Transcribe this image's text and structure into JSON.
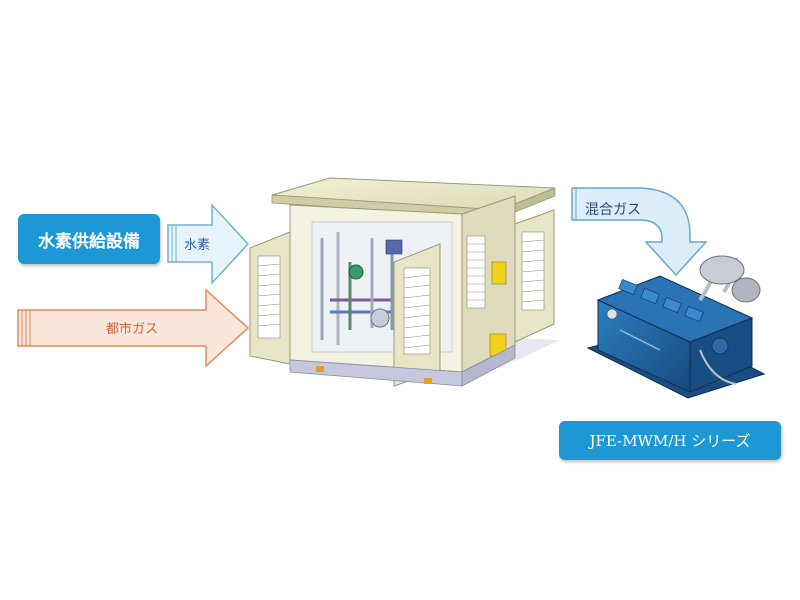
{
  "labels": {
    "hydrogen_supply": "水素供給設備",
    "hydrogen": "水素",
    "city_gas": "都市ガス",
    "mixed_gas": "混合ガス",
    "engine_series": "JFE-MWM/H シリーズ"
  },
  "colors": {
    "label_blue": "#1e98d4",
    "h2_arrow_fill": "#e8f4fb",
    "h2_arrow_stroke": "#6ab4dc",
    "gas_arrow_fill": "#fbe6da",
    "gas_arrow_stroke": "#e58a5a",
    "mix_arrow_fill": "#dceefa",
    "mix_arrow_stroke": "#6aa6d4",
    "cabinet_body": "#eceacb",
    "engine_blue": "#1f5f9a"
  }
}
